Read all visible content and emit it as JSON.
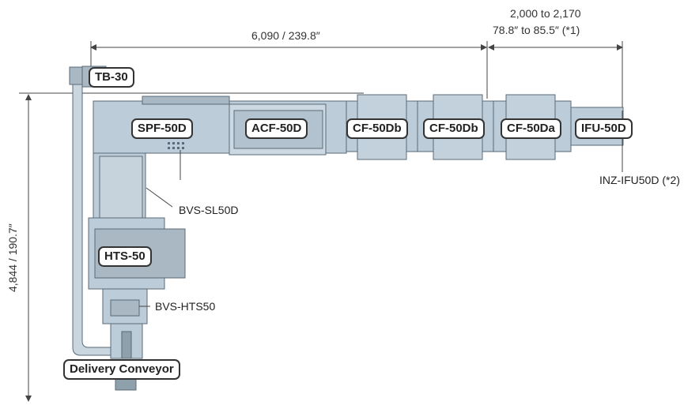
{
  "dimensions": {
    "top_length": "6,090 / 239.8″",
    "range_line1": "2,000 to 2,170",
    "range_line2": "78.8″ to 85.5″  (*1)",
    "height": "4,844 / 190.7″"
  },
  "modules": {
    "tb": "TB-30",
    "spf": "SPF-50D",
    "acf": "ACF-50D",
    "cf1": "CF-50Db",
    "cf2": "CF-50Db",
    "cf3": "CF-50Da",
    "ifu": "IFU-50D",
    "hts": "HTS-50",
    "delivery": "Delivery Conveyor"
  },
  "callouts": {
    "inz_main": "INZ-IFU50D",
    "inz_note": " (*2)",
    "bvs_sl": "BVS-SL50D",
    "bvs_hts": "BVS-HTS50"
  },
  "colors": {
    "machine_fill": "#bcccd8",
    "machine_stroke": "#5a6a78",
    "label_border": "#333333"
  }
}
